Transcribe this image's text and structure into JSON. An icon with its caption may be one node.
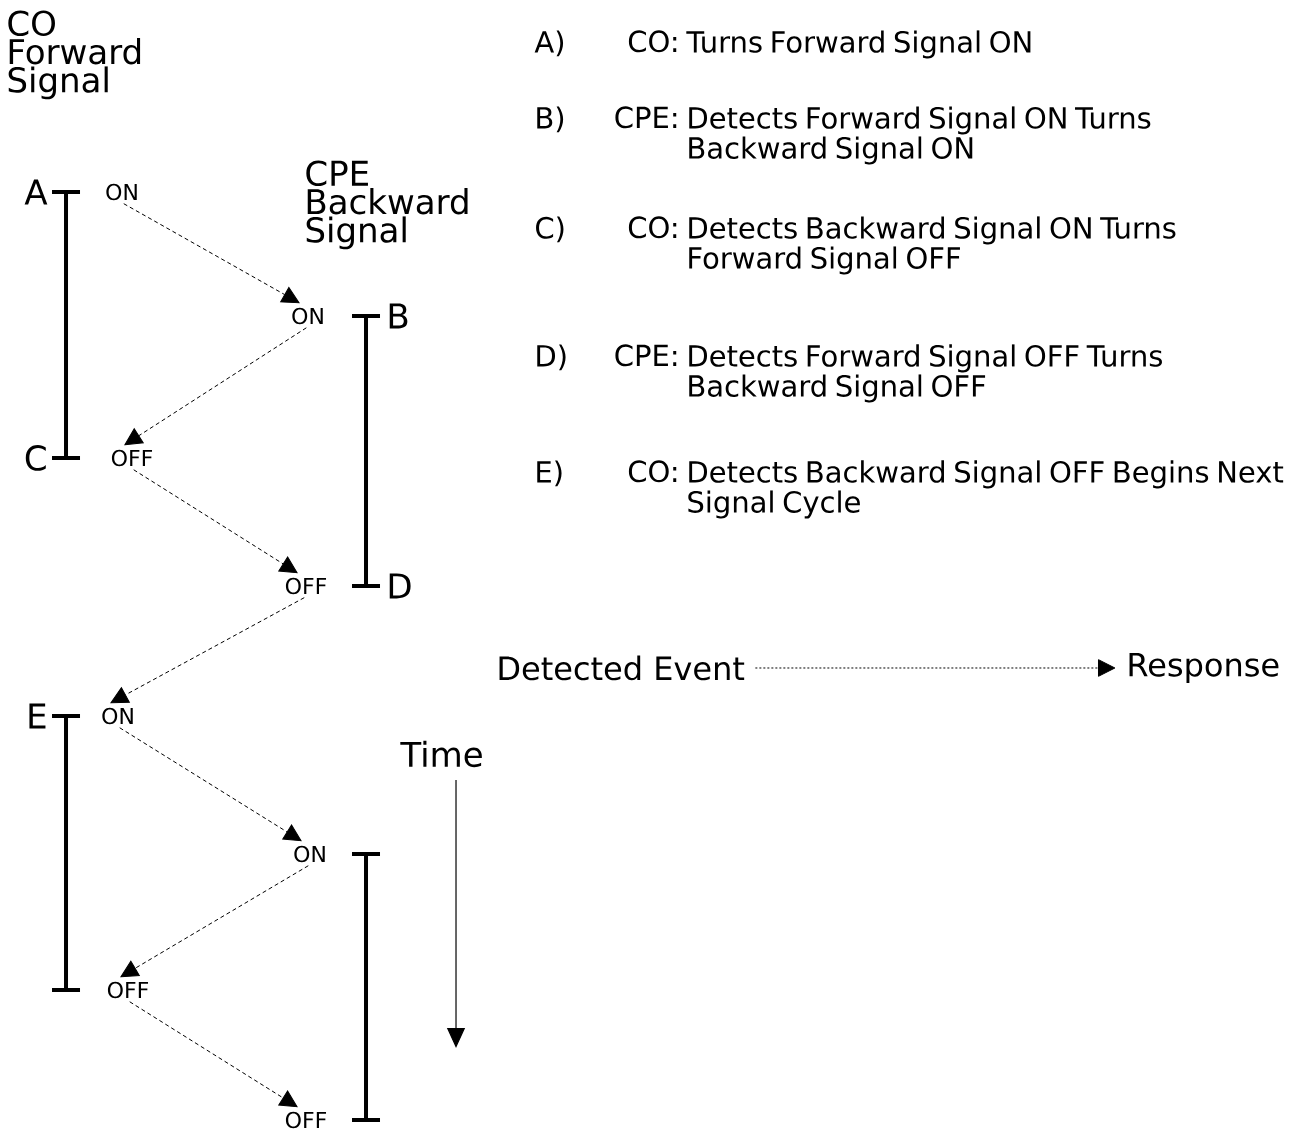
{
  "diagram": {
    "nodes": [
      {
        "text": [
          "ON"
        ]
      },
      {
        "text": [
          "ON"
        ]
      },
      {
        "text": [
          "OFF"
        ]
      },
      {
        "text": [
          "OFF"
        ]
      },
      {
        "text": [
          "ON"
        ]
      },
      {
        "text": [
          "ON"
        ]
      },
      {
        "text": [
          "OFF"
        ]
      },
      {
        "text": [
          "OFF"
        ]
      },
      {
        "text": [
          "Detected Event"
        ]
      },
      {
        "text": [
          "Response"
        ]
      }
    ],
    "edges": [
      {
        "from": 0,
        "to": 1,
        "arrow": "to",
        "style": "dashed"
      },
      {
        "from": 1,
        "to": 2,
        "arrow": "to",
        "style": "dashed"
      },
      {
        "from": 2,
        "to": 3,
        "arrow": "to",
        "style": "dashed"
      },
      {
        "from": 3,
        "to": 4,
        "arrow": "to",
        "style": "dashed"
      },
      {
        "from": 4,
        "to": 5,
        "arrow": "to",
        "style": "dashed"
      },
      {
        "from": 5,
        "to": 6,
        "arrow": "to",
        "style": "dashed"
      },
      {
        "from": 6,
        "to": 7,
        "arrow": "to",
        "style": "dashed"
      },
      {
        "from": 8,
        "to": 9,
        "arrow": "to",
        "style": "dashed"
      }
    ],
    "labels": [
      "CO Forward Signal",
      "A",
      "C",
      "CPE Backward Signal",
      "B",
      "D",
      "E",
      "A)",
      "CO:",
      "Turns Forward Signal ON",
      "B)",
      "CPE:",
      "Detects Forward Signal ON Turns Backward Signal ON",
      "C)",
      "CO:",
      "Detects Backward Signal ON Turns Forward Signal OFF",
      "D)",
      "CPE:",
      "Detects Forward Signal OFF Turns Backward Signal OFF",
      "E)",
      "CO:",
      "Detects Backward Signal OFF Begins Next Signal Cycle",
      "Time"
    ]
  }
}
